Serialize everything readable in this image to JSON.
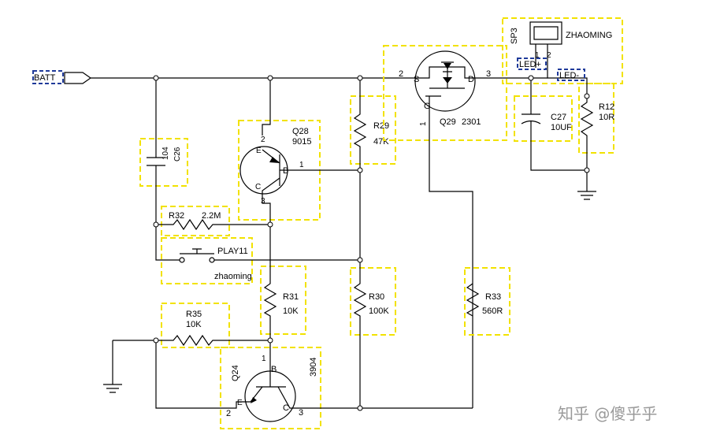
{
  "net_labels": {
    "batt": "BATT",
    "led_minus": "LED-",
    "led_plus": "LED+"
  },
  "components": {
    "c26": {
      "value": "104",
      "ref": "C26"
    },
    "q28": {
      "ref": "Q28",
      "part": "9015",
      "pin_e": "E",
      "pin_b": "B",
      "pin_c": "C",
      "num_e": "2",
      "num_b": "1",
      "num_c": "3"
    },
    "r29": {
      "ref": "R29",
      "value": "47K"
    },
    "q29": {
      "ref": "Q29",
      "part": "2301",
      "pin_s": "S",
      "pin_d": "D",
      "pin_g": "G",
      "num_s": "2",
      "num_d": "3",
      "num_g": "1"
    },
    "sp3": {
      "ref": "SP3",
      "label": "ZHAOMING",
      "num_1": "1",
      "num_2": "2"
    },
    "c27": {
      "ref": "C27",
      "value": "10UF"
    },
    "r12": {
      "ref": "R12",
      "value": "10R"
    },
    "r32": {
      "ref": "R32",
      "value": "2.2M"
    },
    "play11": {
      "ref": "PLAY11",
      "label": "zhaoming"
    },
    "r31": {
      "ref": "R31",
      "value": "10K"
    },
    "r30": {
      "ref": "R30",
      "value": "100K"
    },
    "r33": {
      "ref": "R33",
      "value": "560R"
    },
    "r35": {
      "ref": "R35",
      "value": "10K"
    },
    "q24": {
      "ref": "Q24",
      "part": "3904",
      "pin_b": "B",
      "pin_e": "E",
      "pin_c": "C",
      "num_b": "1",
      "num_e": "2",
      "num_c": "3"
    }
  },
  "watermark": "知乎 @傻乎乎"
}
